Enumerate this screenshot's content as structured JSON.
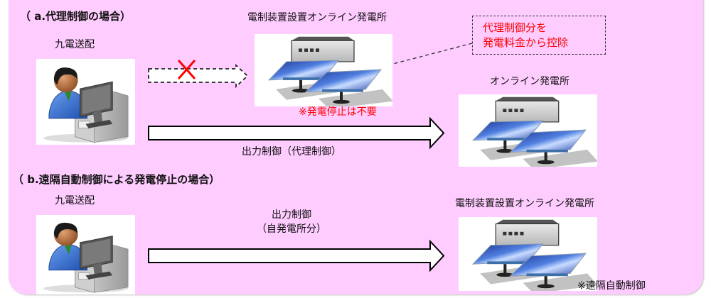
{
  "section_a": {
    "heading": "（ a.代理制御の場合）",
    "operator_label": "九電送配",
    "controlled_plant_label": "電制装置設置オンライン発電所",
    "no_stop_note": "※発電停止は不要",
    "callout_lines": [
      "代理制御分を",
      "発電料金から控除"
    ],
    "online_plant_label": "オンライン発電所",
    "arrow_label": "出力制御（代理制御）",
    "blocked_arrow_status": "cancelled"
  },
  "section_b": {
    "heading": "（ b.遠隔自動制御による発電停止の場合）",
    "operator_label": "九電送配",
    "arrow_label_line1": "出力制御",
    "arrow_label_line2": "（自発電所分）",
    "plant_label": "電制装置設置オンライン発電所",
    "remote_note": "※遠隔自動制御"
  },
  "colors": {
    "background": "#ffccff",
    "note_red": "#ff0000",
    "cross_red": "#ff0000",
    "arrow_fill": "#ffffff",
    "arrow_stroke": "#000000"
  },
  "icons": {
    "operator": "operator-at-computer-icon",
    "plant": "solar-power-plant-icon",
    "cross": "cross-mark-icon"
  }
}
